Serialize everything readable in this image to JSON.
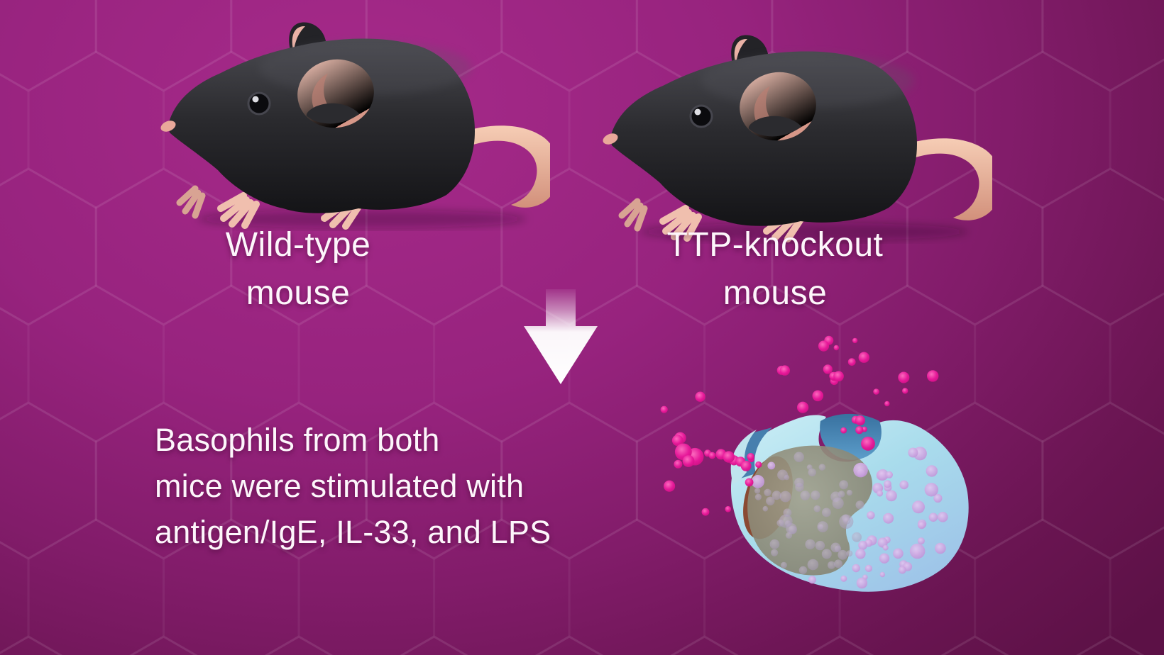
{
  "figure": {
    "labels": {
      "wild_type": [
        "Wild-type",
        "mouse"
      ],
      "ttp_knockout": [
        "TTP-knockout",
        "mouse"
      ]
    },
    "caption": {
      "lines": [
        "Basophils from both",
        "mice were stimulated with",
        "antigen/IgE, IL-33, and LPS"
      ]
    }
  },
  "icons": {
    "down_arrow": "down-arrow",
    "wild_type_mouse": "black-laboratory-mouse",
    "ttp_knockout_mouse": "black-laboratory-mouse",
    "basophil": "degranulating-basophil-cell"
  },
  "colors": {
    "background_magenta": "#97237e",
    "background_dark": "#5c1146",
    "text_white": "#fdf6fb",
    "arrow_white": "#ffffff",
    "particle_pink": "#e8189a",
    "cell_blue": "#a9dcec",
    "cell_notch_blue": "#4a86b4",
    "granule_lavender": "#c9a2de",
    "nucleus_gray": "#8f8d79",
    "nucleus_brown": "#8a4a33",
    "mouse_body_black": "#28282c",
    "mouse_pink": "#efb9a8"
  }
}
